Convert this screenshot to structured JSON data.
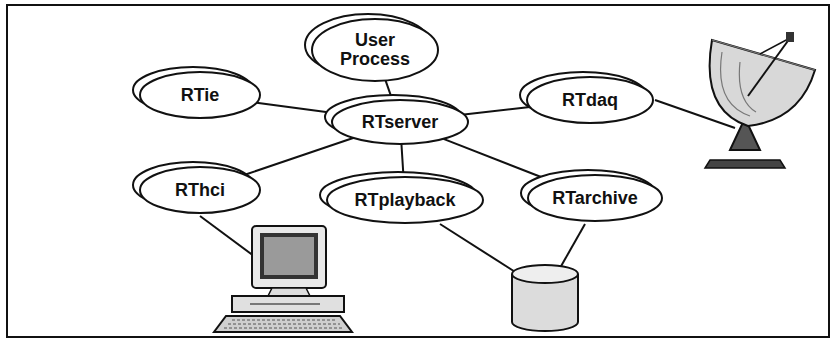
{
  "diagram": {
    "nodes": [
      {
        "text": [
          "User Process"
        ]
      },
      {
        "text": [
          "RTie"
        ]
      },
      {
        "text": [
          "RTserver"
        ]
      },
      {
        "text": [
          "RTdaq"
        ]
      },
      {
        "text": [
          "RThci"
        ]
      },
      {
        "text": [
          "RTplayback"
        ]
      },
      {
        "text": [
          "RTarchive"
        ]
      }
    ],
    "edges": [
      {
        "from": 2,
        "to": 0,
        "arrow": "none"
      },
      {
        "from": 2,
        "to": 1,
        "arrow": "none"
      },
      {
        "from": 2,
        "to": 3,
        "arrow": "none"
      },
      {
        "from": 2,
        "to": 4,
        "arrow": "none"
      },
      {
        "from": 2,
        "to": 5,
        "arrow": "none"
      },
      {
        "from": 2,
        "to": 6,
        "arrow": "none"
      }
    ]
  }
}
